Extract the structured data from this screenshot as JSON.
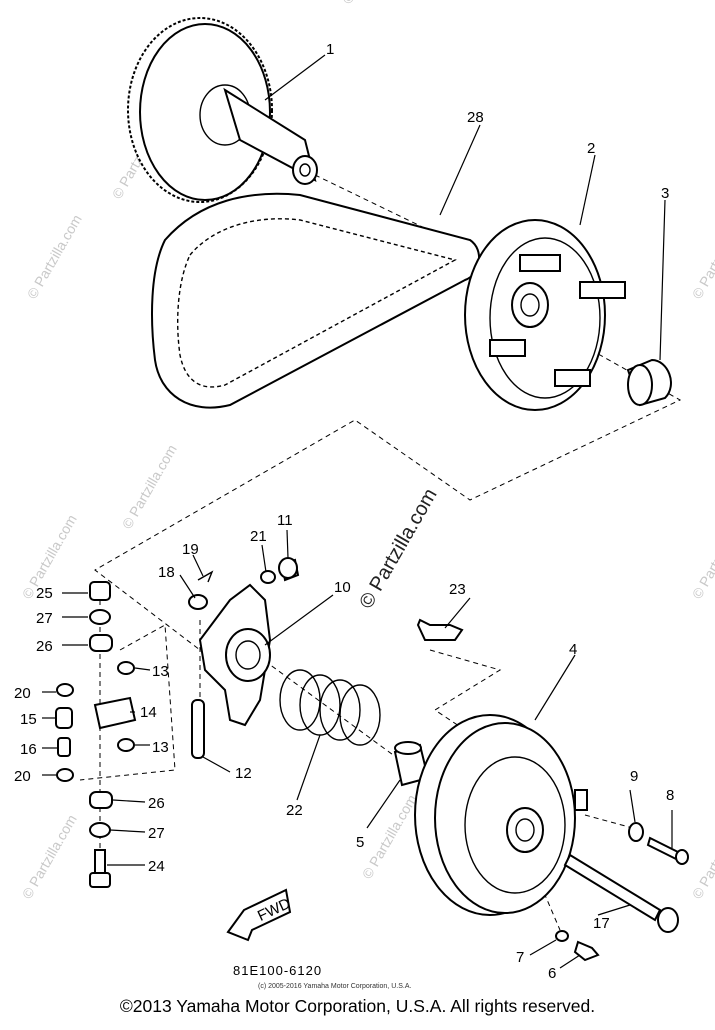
{
  "diagram": {
    "callouts": [
      {
        "id": "1",
        "label": "1"
      },
      {
        "id": "2",
        "label": "2"
      },
      {
        "id": "3",
        "label": "3"
      },
      {
        "id": "4",
        "label": "4"
      },
      {
        "id": "5",
        "label": "5"
      },
      {
        "id": "6",
        "label": "6"
      },
      {
        "id": "7",
        "label": "7"
      },
      {
        "id": "8",
        "label": "8"
      },
      {
        "id": "9",
        "label": "9"
      },
      {
        "id": "10",
        "label": "10"
      },
      {
        "id": "11",
        "label": "11"
      },
      {
        "id": "12",
        "label": "12"
      },
      {
        "id": "13a",
        "label": "13"
      },
      {
        "id": "13b",
        "label": "13"
      },
      {
        "id": "14",
        "label": "14"
      },
      {
        "id": "15",
        "label": "15"
      },
      {
        "id": "16",
        "label": "16"
      },
      {
        "id": "17",
        "label": "17"
      },
      {
        "id": "18",
        "label": "18"
      },
      {
        "id": "19",
        "label": "19"
      },
      {
        "id": "20a",
        "label": "20"
      },
      {
        "id": "20b",
        "label": "20"
      },
      {
        "id": "21",
        "label": "21"
      },
      {
        "id": "22",
        "label": "22"
      },
      {
        "id": "23",
        "label": "23"
      },
      {
        "id": "24",
        "label": "24"
      },
      {
        "id": "25",
        "label": "25"
      },
      {
        "id": "26a",
        "label": "26"
      },
      {
        "id": "26b",
        "label": "26"
      },
      {
        "id": "27a",
        "label": "27"
      },
      {
        "id": "27b",
        "label": "27"
      },
      {
        "id": "28",
        "label": "28"
      }
    ],
    "fwd_label": "FWD",
    "drawing_code": "81E100-6120",
    "small_copyright": "(c) 2005-2016 Yamaha Motor Corporation, U.S.A.",
    "watermark": "© Partzilla.com",
    "watermark_faint": "© Partzilla.com"
  },
  "footer": {
    "copyright": "©2013 Yamaha Motor Corporation, U.S.A. All rights reserved."
  },
  "colors": {
    "line": "#000000",
    "watermark": "#c9c9c9",
    "background": "#ffffff"
  }
}
